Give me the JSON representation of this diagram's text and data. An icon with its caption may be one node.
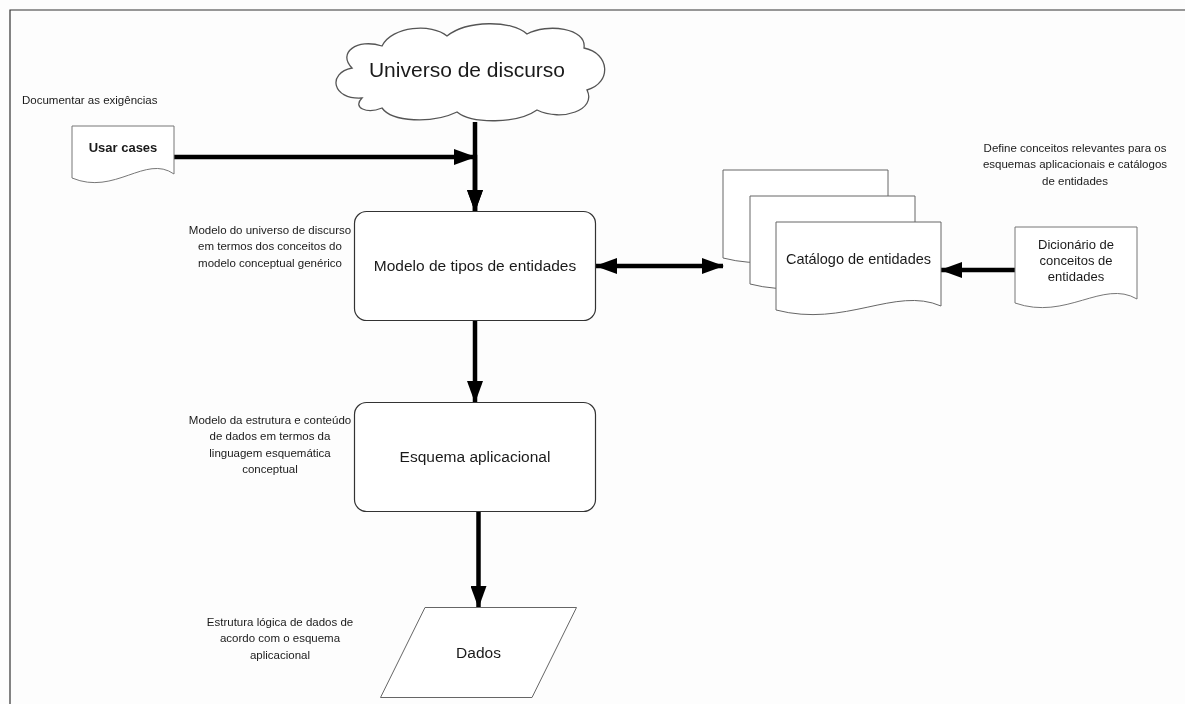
{
  "diagram": {
    "nodes": [
      {
        "text": [
          "Universo de discurso"
        ]
      },
      {
        "text": [
          "Usar cases"
        ],
        "beside": [
          "Documentar as exigências"
        ]
      },
      {
        "text": [
          "Modelo de tipos de entidades"
        ],
        "beside": [
          "Modelo do universo de discurso em termos dos conceitos do modelo conceptual genérico"
        ]
      },
      {
        "text": [
          "Catálogo de entidades"
        ]
      },
      {
        "text": [
          "Dicionário de conceitos de entidades"
        ],
        "beside": [
          "Define conceitos relevantes para os esquemas aplicacionais e catálogos de entidades"
        ]
      },
      {
        "text": [
          "Esquema aplicacional"
        ],
        "beside": [
          "Modelo da estrutura e conteúdo de dados em termos da linguagem esquemática conceptual"
        ]
      },
      {
        "text": [
          "Dados"
        ],
        "beside": [
          "Estrutura lógica de dados de acordo com o esquema aplicacional"
        ]
      }
    ],
    "edges": [
      {
        "from": 0,
        "to": 2,
        "arrow": "to"
      },
      {
        "from": 1,
        "to": 2,
        "arrow": "to"
      },
      {
        "from": 2,
        "to": 3,
        "arrow": "both"
      },
      {
        "from": 4,
        "to": 3,
        "arrow": "to"
      },
      {
        "from": 2,
        "to": 5,
        "arrow": "to"
      },
      {
        "from": 5,
        "to": 6,
        "arrow": "to"
      }
    ]
  }
}
